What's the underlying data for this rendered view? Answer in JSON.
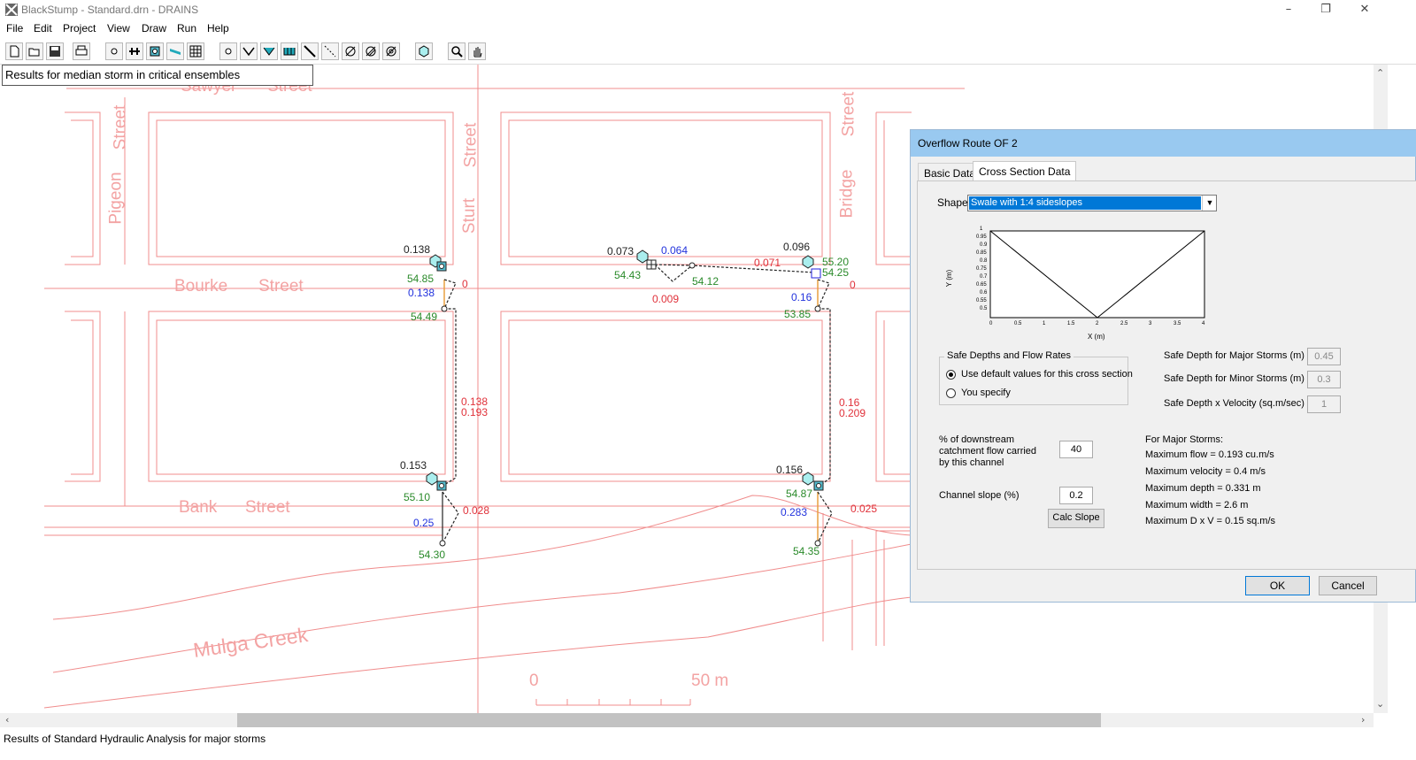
{
  "window": {
    "title": "BlackStump - Standard.drn - DRAINS"
  },
  "menu": [
    "File",
    "Edit",
    "Project",
    "View",
    "Draw",
    "Run",
    "Help"
  ],
  "results_label": "Results for median storm in critical ensembles",
  "streets": {
    "sawyer": [
      "Sawyer",
      "Street"
    ],
    "bourke": [
      "Bourke",
      "Street"
    ],
    "bank": [
      "Bank",
      "Street"
    ],
    "pigeon": [
      "Pigeon",
      "Street"
    ],
    "sturt": [
      "Sturt",
      "Street"
    ],
    "bridge": [
      "Bridge",
      "Street"
    ],
    "creek": "Mulga Creek"
  },
  "scale": {
    "start": "0",
    "end": "50 m"
  },
  "values": {
    "v1": "0.138",
    "v2": "54.85",
    "v3": "0.138",
    "v4": "0",
    "v5": "54.49",
    "v6": "0.138",
    "v7": "0.193",
    "v8": "0.153",
    "v9": "55.10",
    "v10": "0.25",
    "v11": "0.028",
    "v12": "54.30",
    "v13": "0.073",
    "v14": "0.064",
    "v15": "54.43",
    "v16": "54.12",
    "v17": "0.009",
    "v18": "0.096",
    "v19": "0.071",
    "v20": "55.20",
    "v21": "54.25",
    "v22": "0.16",
    "v23": "0",
    "v24": "53.85",
    "v25": "0.16",
    "v26": "0.209",
    "v27": "0.156",
    "v28": "54.87",
    "v29": "0.283",
    "v30": "0.025",
    "v31": "54.35"
  },
  "dialog": {
    "title": "Overflow Route OF 2",
    "tabs": [
      "Basic Data",
      "Cross Section Data"
    ],
    "shape_label": "Shape",
    "shape_value": "Swale with 1:4 sideslopes",
    "plot": {
      "ylabel": "Y (m)",
      "xlabel": "X (m)",
      "xticks": [
        "0",
        "0.5",
        "1",
        "1.5",
        "2",
        "2.5",
        "3",
        "3.5",
        "4"
      ],
      "yticks": [
        "1",
        "0.95",
        "0.9",
        "0.85",
        "0.8",
        "0.75",
        "0.7",
        "0.65",
        "0.6",
        "0.55",
        "0.5"
      ]
    },
    "group_title": "Safe Depths and Flow Rates",
    "radio_default": "Use default values for this cross section",
    "radio_specify": "You specify",
    "safe_major_label": "Safe Depth for Major Storms (m)",
    "safe_major_value": "0.45",
    "safe_minor_label": "Safe Depth for Minor Storms (m)",
    "safe_minor_value": "0.3",
    "safe_dv_label": "Safe Depth x Velocity (sq.m/sec)",
    "safe_dv_value": "1",
    "pct_label": [
      "% of downstream",
      "catchment flow carried",
      "by this channel"
    ],
    "pct_value": "40",
    "slope_label": "Channel slope (%)",
    "slope_value": "0.2",
    "calc_slope": "Calc Slope",
    "major_title": "For Major Storms:",
    "major_lines": [
      "Maximum flow = 0.193 cu.m/s",
      "Maximum velocity = 0.4 m/s",
      "Maximum depth = 0.331 m",
      "Maximum width = 2.6 m",
      "Maximum D x V = 0.15 sq.m/s"
    ],
    "ok": "OK",
    "cancel": "Cancel"
  },
  "status": "Results of Standard Hydraulic Analysis for major storms"
}
